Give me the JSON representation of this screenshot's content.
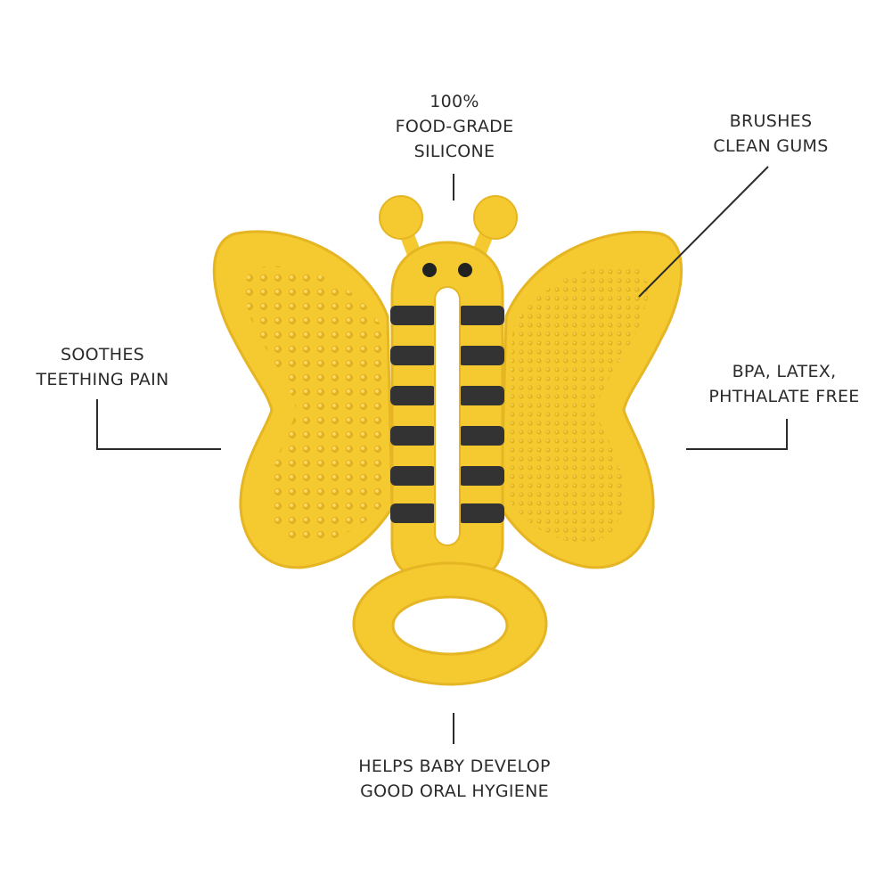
{
  "callouts": {
    "top": [
      "100%",
      "FOOD-GRADE",
      "SILICONE"
    ],
    "top_right": [
      "BRUSHES",
      "CLEAN GUMS"
    ],
    "left": [
      "SOOTHES",
      "TEETHING PAIN"
    ],
    "right": [
      "BPA, LATEX,",
      "PHTHALATE FREE"
    ],
    "bottom": [
      "HELPS BABY DEVELOP",
      "GOOD ORAL HYGIENE"
    ]
  },
  "colors": {
    "silicone": "#f5c930",
    "silicone_shade": "#e2b11e",
    "stripes": "#333333",
    "text": "#2b2b2b"
  },
  "product_icon": "butterfly-teether-icon"
}
